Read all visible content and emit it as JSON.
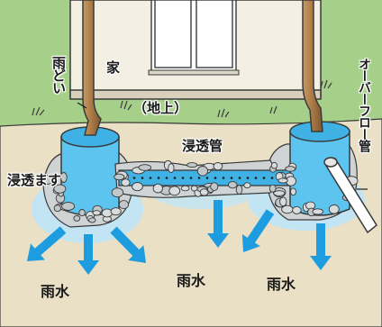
{
  "labels": {
    "house": "家",
    "downspout": "雨どい",
    "above_ground": "（地上）",
    "infiltration_pipe": "浸透管",
    "infiltration_basin": "浸透ます",
    "overflow_pipe": "オーバーフロー管",
    "rainwater_left": "雨水",
    "rainwater_center": "雨水",
    "rainwater_right": "雨水"
  },
  "colors": {
    "sky_green": "#a6d08a",
    "wall": "#f3efe3",
    "ground": "#e9e0c5",
    "water": "#5cc4ee",
    "water_light": "#bfe6f7",
    "arrow": "#1d9de0",
    "pipe_brown": "#a87945",
    "stone": "#cfd3d4"
  }
}
